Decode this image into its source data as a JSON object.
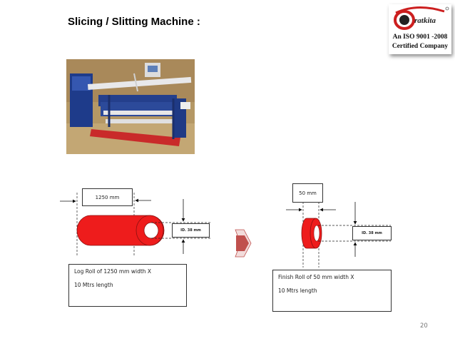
{
  "slide": {
    "title": "Slicing / Slitting Machine :",
    "page_number": "20"
  },
  "logo": {
    "brand": "Pratkita",
    "line1": "An ISO 9001 -2008",
    "line2": "Certified Company",
    "colors": {
      "red": "#cc1f1f",
      "dark": "#222222"
    }
  },
  "photo": {
    "description_icon": "slitting-machine-photo"
  },
  "left_diagram": {
    "width_label": "1250 mm",
    "id_label": "ID. 38 mm",
    "roll_color": "#ee1c1c",
    "description": {
      "line1": "Log  Roll  of 1250 mm width X",
      "line2": "10 Mtrs length"
    }
  },
  "right_diagram": {
    "width_label": "50 mm",
    "id_label": "ID. 38 mm",
    "roll_color": "#ee1c1c",
    "description": {
      "line1": "Finish  Roll  of 50 mm width X",
      "line2": "10 Mtrs length"
    }
  },
  "arrow": {
    "icon": "process-arrow-icon",
    "color": "#c0504d"
  }
}
